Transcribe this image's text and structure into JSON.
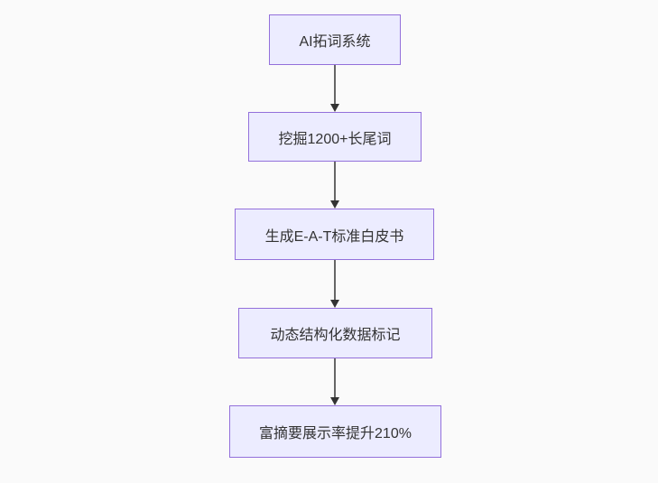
{
  "diagram": {
    "type": "flowchart",
    "direction": "top-down",
    "colors": {
      "bg": "#fafafa",
      "node-fill": "#ECECFF",
      "node-border": "#9370DB",
      "arrow-line": "#666666",
      "arrow-head": "#333333",
      "text": "#333333"
    },
    "nodes": [
      {
        "id": "1",
        "label": "AI拓词系统"
      },
      {
        "id": "2",
        "label": "挖掘1200+长尾词"
      },
      {
        "id": "3",
        "label": "生成E-A-T标准白皮书"
      },
      {
        "id": "4",
        "label": "动态结构化数据标记"
      },
      {
        "id": "5",
        "label": "富摘要展示率提升210%"
      }
    ],
    "edges": [
      {
        "from": "1",
        "to": "2"
      },
      {
        "from": "2",
        "to": "3"
      },
      {
        "from": "3",
        "to": "4"
      },
      {
        "from": "4",
        "to": "5"
      }
    ]
  }
}
